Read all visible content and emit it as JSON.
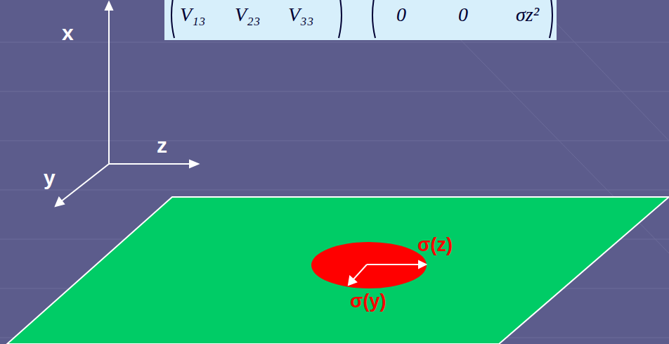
{
  "diagram": {
    "nodes": [
      {
        "text": [
          "V₁₃",
          "V₂₃",
          "V₃₃",
          "0",
          "0",
          "σz²"
        ]
      }
    ],
    "labels": [
      "x",
      "z",
      "y",
      "σ(z)",
      "σ(y)"
    ]
  }
}
